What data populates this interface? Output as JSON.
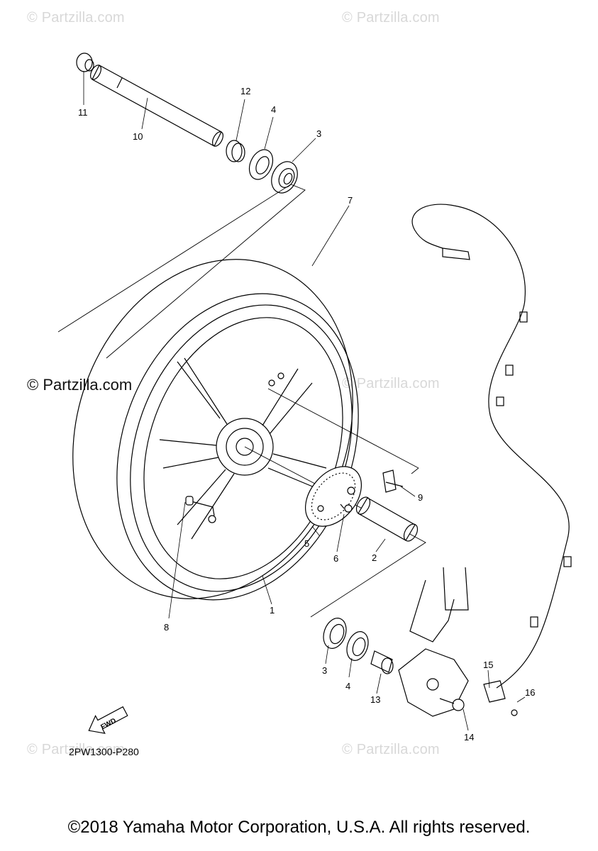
{
  "watermarks": {
    "top_left": "© Partzilla.com",
    "top_right": "© Partzilla.com",
    "mid_left": "© Partzilla.com",
    "mid_right": "© Partzilla.com",
    "bottom_left": "© Partzilla.com",
    "bottom_right": "© Partzilla.com"
  },
  "callouts": [
    "1",
    "2",
    "3",
    "4",
    "5",
    "6",
    "7",
    "8",
    "9",
    "10",
    "11",
    "12",
    "13",
    "14",
    "15",
    "16",
    "3",
    "4"
  ],
  "fwd_label": "FWD",
  "diagram_code": "2PW1300-P280",
  "copyright": "©2018 Yamaha Motor Corporation, U.S.A. All rights reserved."
}
